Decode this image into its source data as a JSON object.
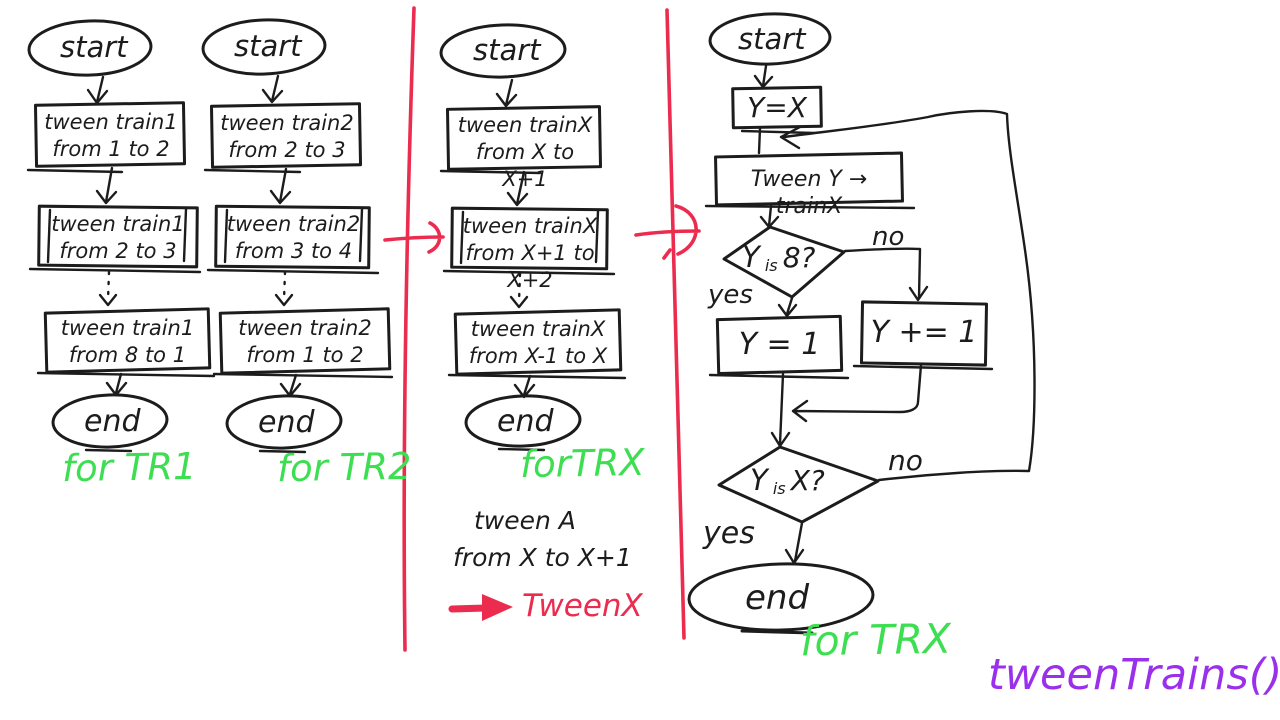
{
  "colors": {
    "ink": "#1c1c1c",
    "green": "#3ede52",
    "red": "#ec2c4f",
    "purple": "#9a30ec"
  },
  "flowcharts": [
    {
      "start": "start",
      "steps": [
        {
          "l1": "tween train1",
          "l2": "from 1 to 2"
        },
        {
          "l1": "tween train1",
          "l2": "from 2 to 3"
        },
        {
          "l1": "tween train1",
          "l2": "from 8 to 1"
        }
      ],
      "end": "end",
      "caption": "for TR1"
    },
    {
      "start": "start",
      "steps": [
        {
          "l1": "tween train2",
          "l2": "from 2 to 3"
        },
        {
          "l1": "tween train2",
          "l2": "from 3 to 4"
        },
        {
          "l1": "tween train2",
          "l2": "from 1 to 2"
        }
      ],
      "end": "end",
      "caption": "for TR2"
    },
    {
      "start": "start",
      "steps": [
        {
          "l1": "tween trainX",
          "l2": "from X to X+1"
        },
        {
          "l1": "tween trainX",
          "l2": "from X+1 to X+2"
        },
        {
          "l1": "tween trainX",
          "l2": "from X-1 to X"
        }
      ],
      "end": "end",
      "caption": "forTRX"
    }
  ],
  "note": {
    "line1": "tween A",
    "line2": "from X to X+1",
    "arrow_label": "TweenX"
  },
  "loop_chart": {
    "start": "start",
    "assign": "Y=X",
    "tween": "Tween Y → trainX",
    "decision1": {
      "lead": "Y",
      "mid": "is",
      "tail": "8?"
    },
    "yes1": "yes",
    "no1": "no",
    "reset": "Y = 1",
    "increment": "Y += 1",
    "decision2": {
      "lead": "Y",
      "mid": "is",
      "tail": "X?"
    },
    "yes2": "yes",
    "no2": "no",
    "end": "end",
    "caption": "for TRX"
  },
  "footer": {
    "label": "tweenTrains()"
  }
}
